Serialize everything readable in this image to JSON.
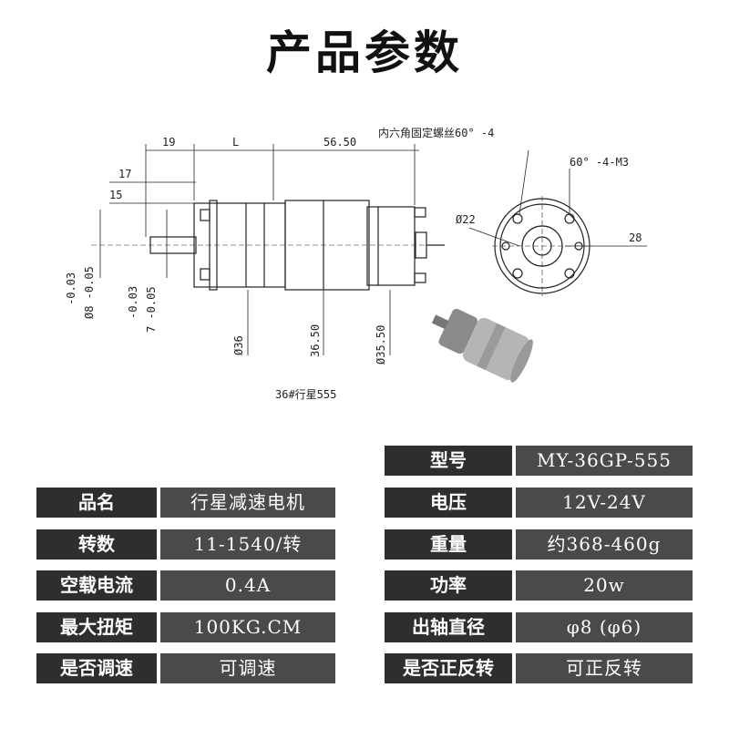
{
  "title": "产品参数",
  "drawing": {
    "dims_top": [
      "19",
      "L",
      "56.50"
    ],
    "dims_left_top": [
      "17",
      "15"
    ],
    "hex_screw_note": "内六角固定螺丝60° -4",
    "thread_note": "60° -4-M3",
    "dia22": "Ø22",
    "dim28": "28",
    "tol_a1": "-0.03",
    "tol_a2": "Ø8 -0.05",
    "tol_b1": "-0.03",
    "tol_b2": "7 -0.05",
    "dia36": "Ø36",
    "len36": "36.50",
    "dia35": "Ø35.50",
    "caption": "36#行星555"
  },
  "specs_left": [
    {
      "key": "品名",
      "value": "行星减速电机"
    },
    {
      "key": "转数",
      "value": "11-1540/转"
    },
    {
      "key": "空载电流",
      "value": "0.4A"
    },
    {
      "key": "最大扭矩",
      "value": "100KG.CM"
    },
    {
      "key": "是否调速",
      "value": "可调速"
    }
  ],
  "specs_right": [
    {
      "key": "型号",
      "value": "MY-36GP-555"
    },
    {
      "key": "电压",
      "value": "12V-24V"
    },
    {
      "key": "重量",
      "value": "约368-460g"
    },
    {
      "key": "功率",
      "value": "20w"
    },
    {
      "key": "出轴直径",
      "value": "φ8 (φ6)"
    },
    {
      "key": "是否正反转",
      "value": "可正反转"
    }
  ]
}
